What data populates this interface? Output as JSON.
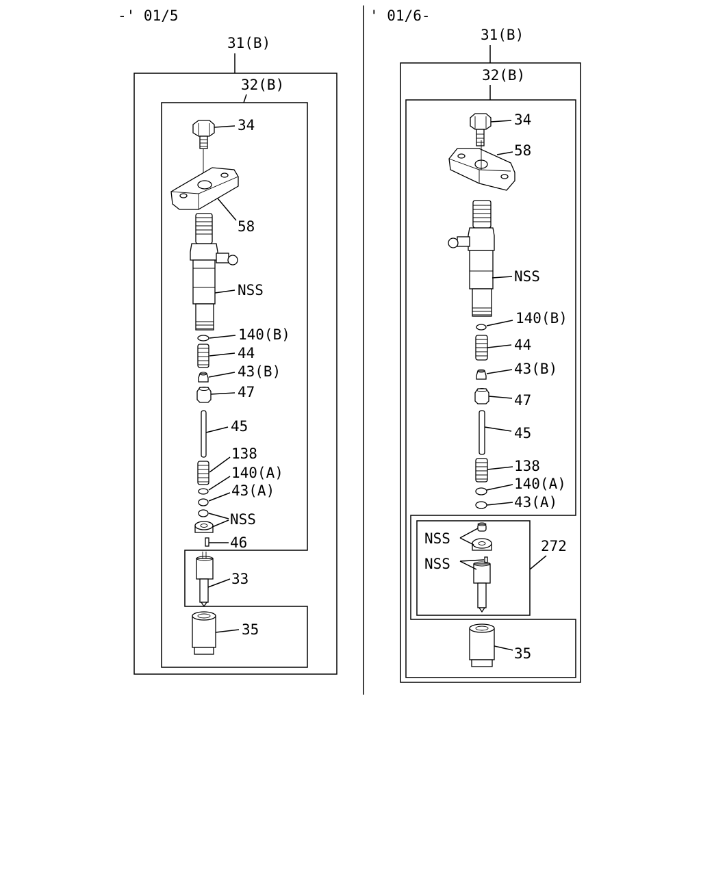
{
  "panels": {
    "left": {
      "date_range": "-' 01/5",
      "labels": {
        "l31": "31(B)",
        "l32": "32(B)",
        "l34": "34",
        "l58": "58",
        "lnss1": "NSS",
        "l140b": "140(B)",
        "l44": "44",
        "l43b": "43(B)",
        "l47": "47",
        "l45": "45",
        "l138": "138",
        "l140a": "140(A)",
        "l43a": "43(A)",
        "lnss2": "NSS",
        "l46": "46",
        "l33": "33",
        "l35": "35"
      }
    },
    "right": {
      "date_range": "' 01/6-",
      "labels": {
        "l31": "31(B)",
        "l32": "32(B)",
        "l34": "34",
        "l58": "58",
        "lnss1": "NSS",
        "l140b": "140(B)",
        "l44": "44",
        "l43b": "43(B)",
        "l47": "47",
        "l45": "45",
        "l138": "138",
        "l140a": "140(A)",
        "l43a": "43(A)",
        "lnss2": "NSS",
        "lnss3": "NSS",
        "l272": "272",
        "l35": "35"
      }
    }
  }
}
